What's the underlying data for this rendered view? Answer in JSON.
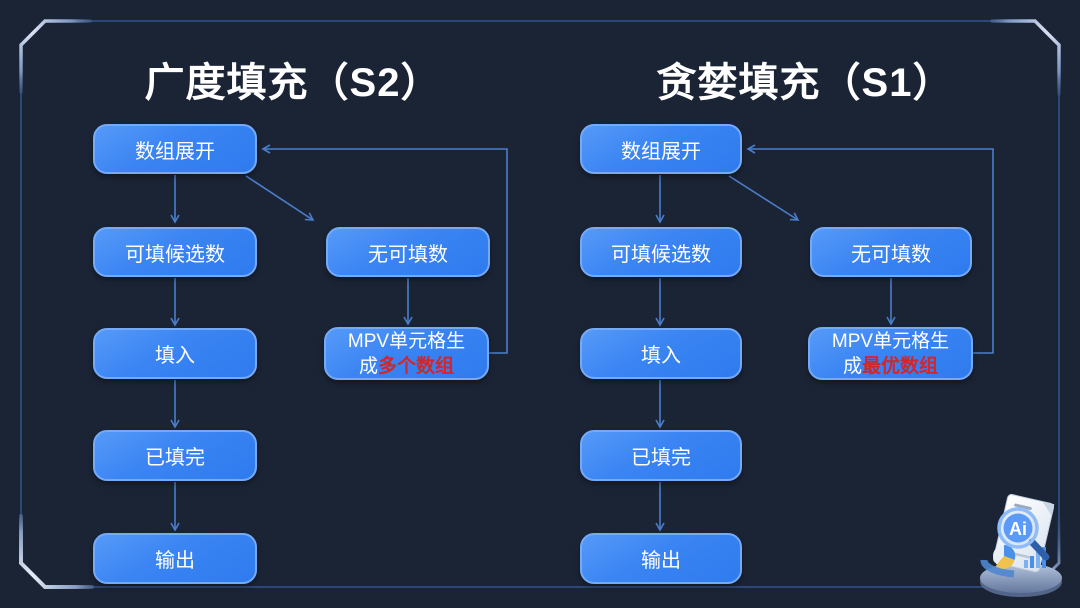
{
  "background": {
    "color": "#1b2435",
    "frame_color": "#2c4878"
  },
  "accents": {
    "box_fill": "#3a84f3",
    "box_border": "#74aaf8",
    "arrow_color": "#4a7ecb",
    "highlight_red": "#d3262a",
    "title_color": "#ffffff"
  },
  "columns": [
    {
      "title": "广度填充（S2）",
      "nodes": {
        "expand": "数组展开",
        "candidates": "可填候选数",
        "fill": "填入",
        "filled": "已填完",
        "output": "输出",
        "no_fill": "无可填数",
        "mpv_line1": "MPV单元格生",
        "mpv_line2_prefix": "成",
        "mpv_highlight": "多个数组"
      }
    },
    {
      "title": "贪婪填充（S1）",
      "nodes": {
        "expand": "数组展开",
        "candidates": "可填候选数",
        "fill": "填入",
        "filled": "已填完",
        "output": "输出",
        "no_fill": "无可填数",
        "mpv_line1": "MPV单元格生",
        "mpv_line2_prefix": "成",
        "mpv_highlight": "最优数组"
      }
    }
  ],
  "logo": {
    "label": "Ai"
  }
}
